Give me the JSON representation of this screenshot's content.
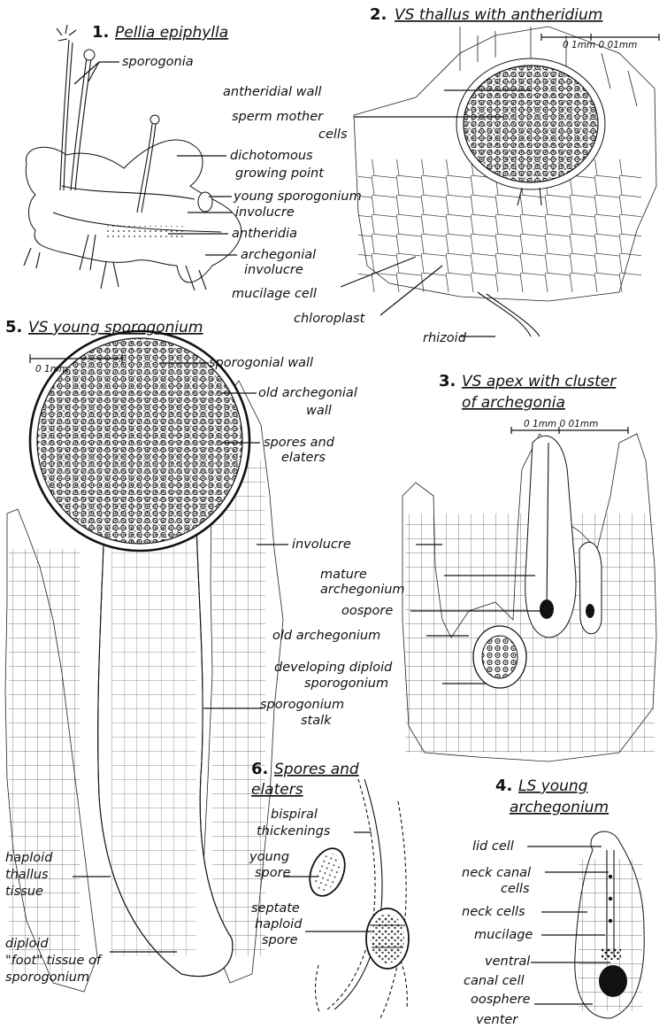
{
  "panels": {
    "p1": {
      "number": "1.",
      "title": "Pellia epiphylla"
    },
    "p2": {
      "number": "2.",
      "title": "VS thallus with antheridium",
      "scale": "0 1mm  0 01mm"
    },
    "p3": {
      "number": "3.",
      "title_line1": "VS apex with cluster",
      "title_line2": "of archegonia",
      "scale": "0 1mm  0 01mm"
    },
    "p4": {
      "number": "4.",
      "title_line1": "LS young",
      "title_line2": "archegonium"
    },
    "p5": {
      "number": "5.",
      "title": "VS young sporogonium",
      "scale": "0 1mm"
    },
    "p6": {
      "number": "6.",
      "title_line1": "Spores and",
      "title_line2": "elaters"
    }
  },
  "labels": {
    "sporogonia": "sporogonia",
    "dichotomous": "dichotomous",
    "growing_point": "growing point",
    "young_sporogonium": "young sporogonium",
    "involucre_1": "involucre",
    "antheridia": "antheridia",
    "archegonial": "archegonial",
    "involucre_2": "involucre",
    "antheridial_wall": "antheridial wall",
    "sperm_mother": "sperm mother",
    "cells_1": "cells",
    "mucilage_cell": "mucilage cell",
    "chloroplast": "chloroplast",
    "rhizoid": "rhizoid",
    "sporogonial_wall": "sporogonial wall",
    "old_archegonial": "old archegonial",
    "wall": "wall",
    "spores_and": "spores and",
    "elaters": "elaters",
    "involucre_5": "involucre",
    "mature": "mature",
    "archegonium": "archegonium",
    "oospore": "oospore",
    "old_archegonium": "old archegonium",
    "developing_diploid": "developing diploid",
    "sporogonium_3": "sporogonium",
    "sporogonium_stalk_1": "sporogonium",
    "sporogonium_stalk_2": "stalk",
    "bispiral": "bispiral",
    "thickenings": "thickenings",
    "young": "young",
    "spore": "spore",
    "septate": "septate",
    "haploid": "haploid",
    "spore_2": "spore",
    "haploid_thallus_1": "haploid",
    "haploid_thallus_2": "thallus",
    "haploid_thallus_3": "tissue",
    "diploid": "diploid",
    "foot_tissue": "\"foot\" tissue of",
    "sporogonium_5": "sporogonium",
    "lid_cell": "lid cell",
    "neck_canal": "neck canal",
    "cells_4": "cells",
    "neck_cells": "neck cells",
    "mucilage": "mucilage",
    "ventral": "ventral",
    "canal_cell": "canal cell",
    "oosphere": "oosphere",
    "venter": "venter"
  }
}
